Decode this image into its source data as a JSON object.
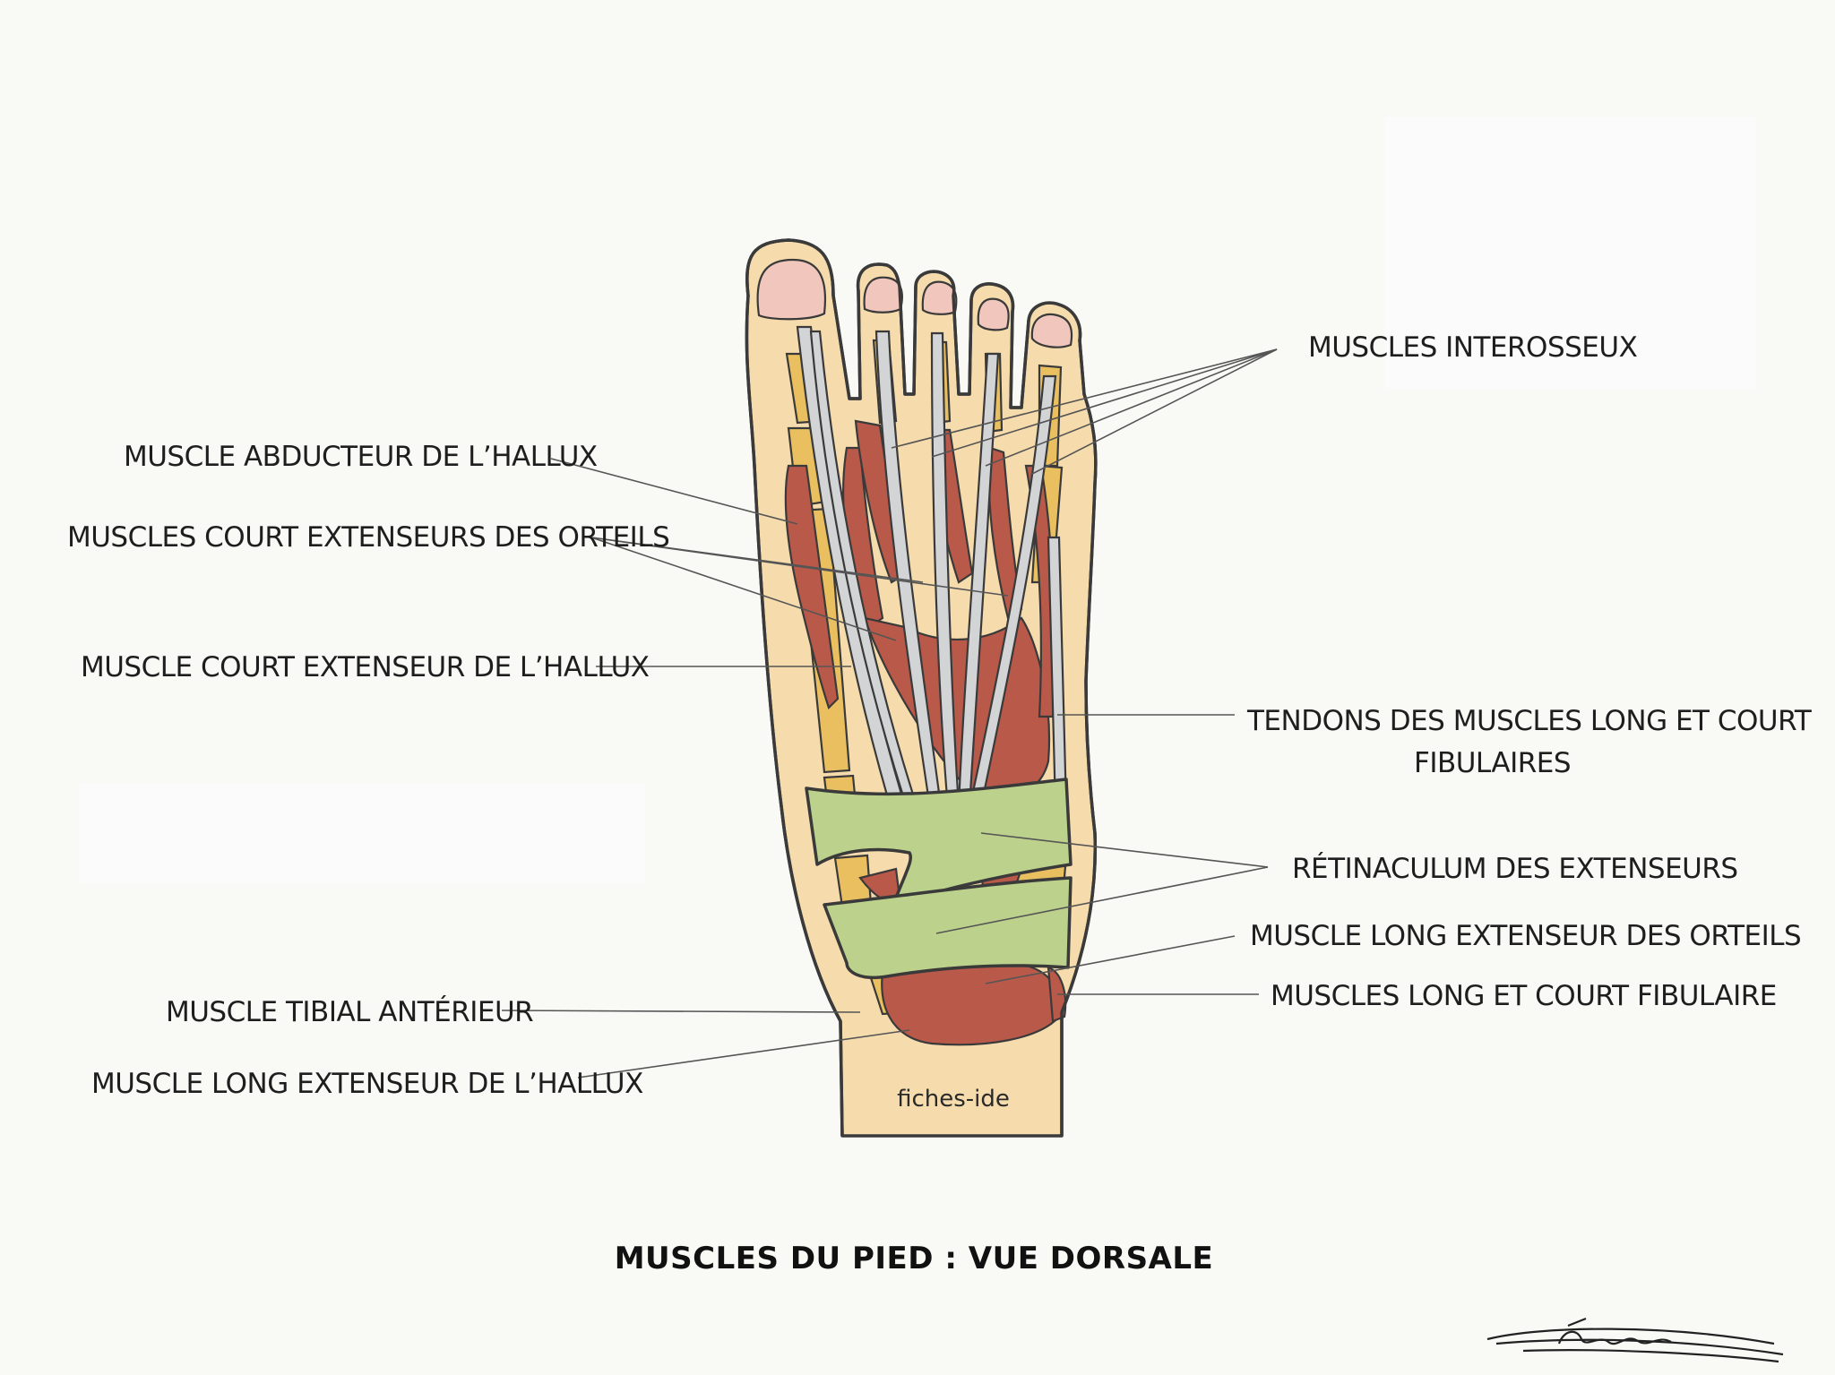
{
  "title": "MUSCLES DU PIED : VUE DORSALE",
  "watermark": "fiches-ide",
  "signature": "Léana",
  "labels": {
    "interosseux": "MUSCLES INTEROSSEUX",
    "abducteur_hallux": "MUSCLE ABDUCTEUR DE L’HALLUX",
    "court_ext_orteils": "MUSCLES COURT EXTENSEURS DES ORTEILS",
    "court_ext_hallux": "MUSCLE COURT EXTENSEUR DE L’HALLUX",
    "tendons_fibulaires_line1": "TENDONS DES MUSCLES LONG ET COURT",
    "tendons_fibulaires_line2": "FIBULAIRES",
    "retinaculum": "RÉTINACULUM DES EXTENSEURS",
    "long_ext_orteils": "MUSCLE LONG EXTENSEUR DES ORTEILS",
    "tibial_anterieur": "MUSCLE TIBIAL ANTÉRIEUR",
    "fibulaire": "MUSCLES LONG ET COURT FIBULAIRE",
    "long_ext_hallux": "MUSCLE LONG EXTENSEUR DE L’HALLUX"
  },
  "colors": {
    "background": "#f9f9f5",
    "skin": "#f6dcac",
    "nail": "#f1c7bd",
    "bone": "#e9bf60",
    "muscle": "#b9594a",
    "tendon": "#d3d4d6",
    "retinaculum": "#bcd28c",
    "outline": "#3a3a3a"
  }
}
